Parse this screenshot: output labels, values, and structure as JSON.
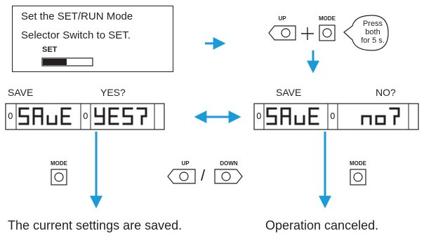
{
  "instruction": {
    "line1": "Set the SET/RUN Mode",
    "line2": "Selector Switch to SET.",
    "switch_label": "SET"
  },
  "press_both": {
    "up_label": "UP",
    "mode_label": "MODE",
    "plus": "+",
    "bubble_lines": [
      "Press",
      "both",
      "for 5 s."
    ]
  },
  "left_display": {
    "label_left": "SAVE",
    "label_right": "YES?",
    "segment_text": [
      "SAVE",
      "YES?"
    ],
    "indicators": [
      "0",
      "0"
    ]
  },
  "right_display": {
    "label_left": "SAVE",
    "label_right": "NO?",
    "segment_text": [
      "SAVE",
      "no?"
    ],
    "indicators": [
      "0",
      "0"
    ]
  },
  "toggle": {
    "up_label": "UP",
    "down_label": "DOWN",
    "separator": "/"
  },
  "left_mode_label": "MODE",
  "right_mode_label": "MODE",
  "results": {
    "saved": "The current settings are saved.",
    "canceled": "Operation canceled."
  },
  "colors": {
    "arrow": "#1a9ad7",
    "ink": "#231f20"
  }
}
